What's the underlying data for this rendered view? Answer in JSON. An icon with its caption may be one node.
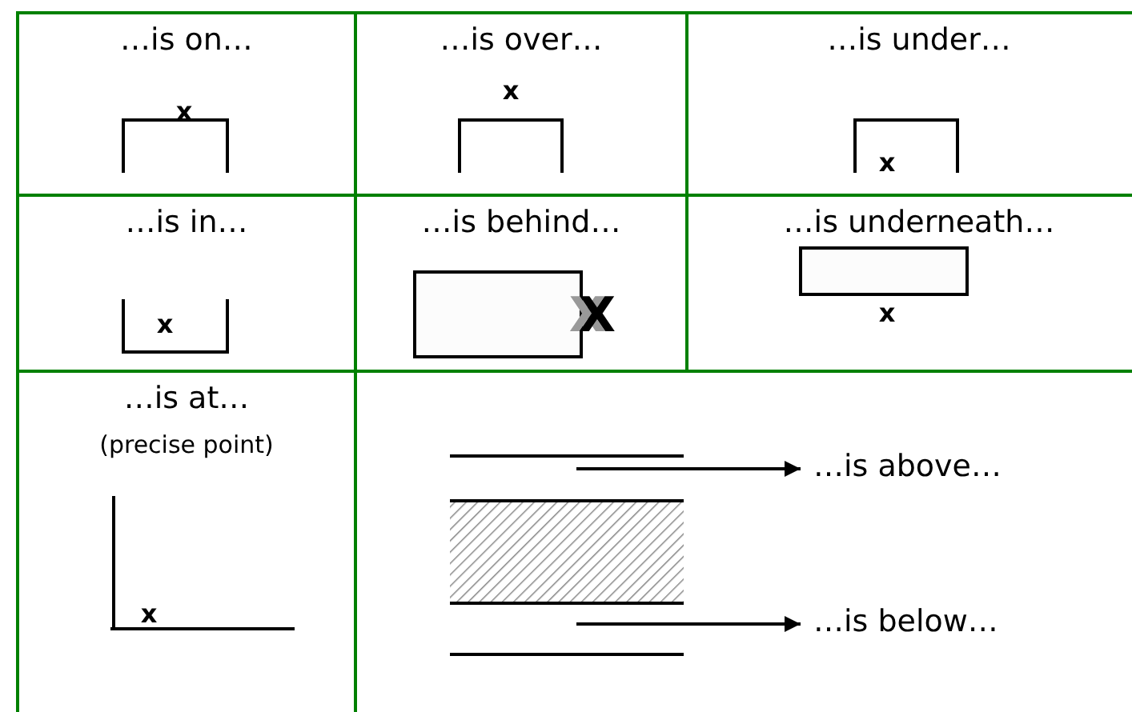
{
  "diagram": {
    "nodes": [
      {
        "text": [
          "…is above…"
        ]
      },
      {
        "text": [
          "…is below…"
        ]
      }
    ],
    "edges": [
      {
        "from": null,
        "to": 0,
        "arrow": "to"
      },
      {
        "from": null,
        "to": 1,
        "arrow": "to"
      }
    ],
    "labels": [
      "…is on…",
      "x",
      "…is over…",
      "x",
      "…is under…",
      "x",
      "…is in…",
      "x",
      "…is behind…",
      "X",
      "…is underneath…",
      "x",
      "…is at…",
      "(precise point)",
      "x"
    ]
  }
}
